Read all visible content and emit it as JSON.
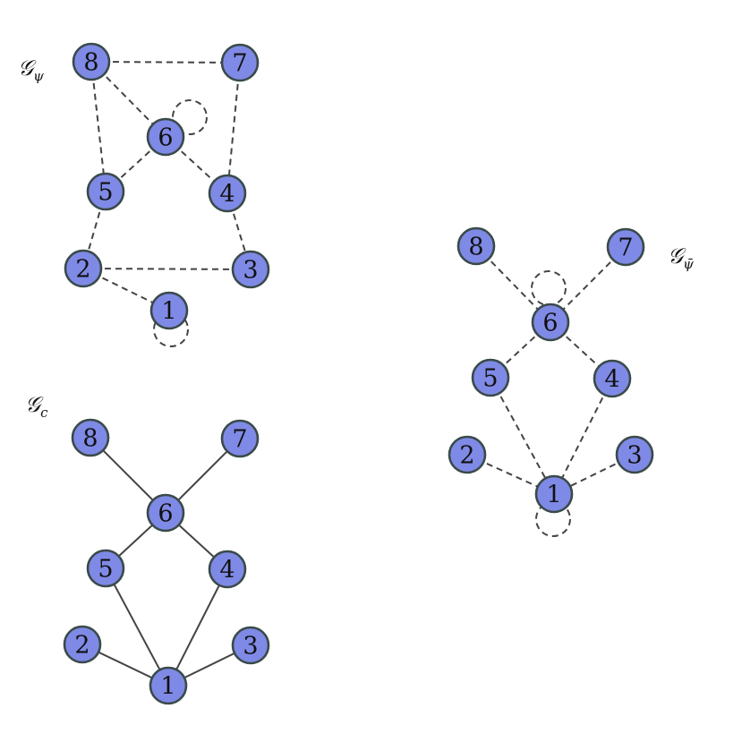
{
  "graphs": [
    {
      "id": "g-psi",
      "label": {
        "main": "𝒢",
        "sub": "ψ"
      },
      "edge_style": "dashed",
      "nodes": [
        "1",
        "2",
        "3",
        "4",
        "5",
        "6",
        "7",
        "8"
      ],
      "edges": [
        [
          "8",
          "7"
        ],
        [
          "8",
          "6"
        ],
        [
          "8",
          "5"
        ],
        [
          "7",
          "4"
        ],
        [
          "6",
          "5"
        ],
        [
          "6",
          "4"
        ],
        [
          "5",
          "2"
        ],
        [
          "4",
          "3"
        ],
        [
          "2",
          "3"
        ],
        [
          "2",
          "1"
        ]
      ],
      "self_loops": [
        "6",
        "1"
      ]
    },
    {
      "id": "g-c",
      "label": {
        "main": "𝒢",
        "sub": "c"
      },
      "edge_style": "solid",
      "nodes": [
        "1",
        "2",
        "3",
        "4",
        "5",
        "6",
        "7",
        "8"
      ],
      "edges": [
        [
          "8",
          "6"
        ],
        [
          "7",
          "6"
        ],
        [
          "6",
          "5"
        ],
        [
          "6",
          "4"
        ],
        [
          "5",
          "1"
        ],
        [
          "4",
          "1"
        ],
        [
          "2",
          "1"
        ],
        [
          "3",
          "1"
        ]
      ],
      "self_loops": []
    },
    {
      "id": "g-psibar",
      "label": {
        "main": "𝒢",
        "sub": "ψ̄"
      },
      "edge_style": "dashed",
      "nodes": [
        "1",
        "2",
        "3",
        "4",
        "5",
        "6",
        "7",
        "8"
      ],
      "edges": [
        [
          "8",
          "6"
        ],
        [
          "7",
          "6"
        ],
        [
          "6",
          "5"
        ],
        [
          "6",
          "4"
        ],
        [
          "5",
          "1"
        ],
        [
          "4",
          "1"
        ],
        [
          "2",
          "1"
        ],
        [
          "3",
          "1"
        ]
      ],
      "self_loops": [
        "6",
        "1"
      ]
    }
  ]
}
